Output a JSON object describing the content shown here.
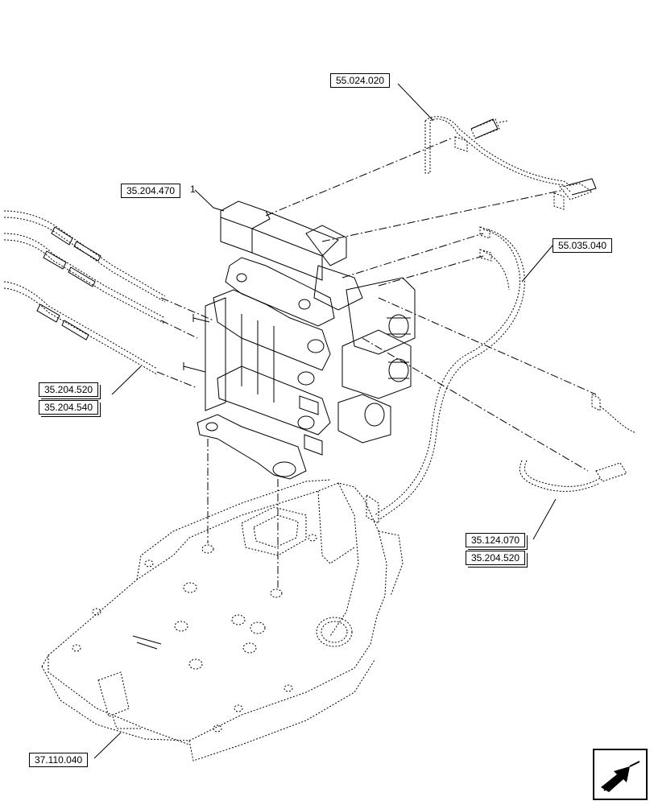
{
  "diagram": {
    "refs": {
      "r1": "55.024.020",
      "r2": "35.204.470",
      "r3": "55.035.040",
      "r4": "35.204.520",
      "r5": "35.204.540",
      "r6": "35.124.070",
      "r7": "35.204.520",
      "r8": "37.110.040"
    },
    "item_number": "1"
  },
  "nav": {
    "icon": "arrow-next-icon"
  }
}
